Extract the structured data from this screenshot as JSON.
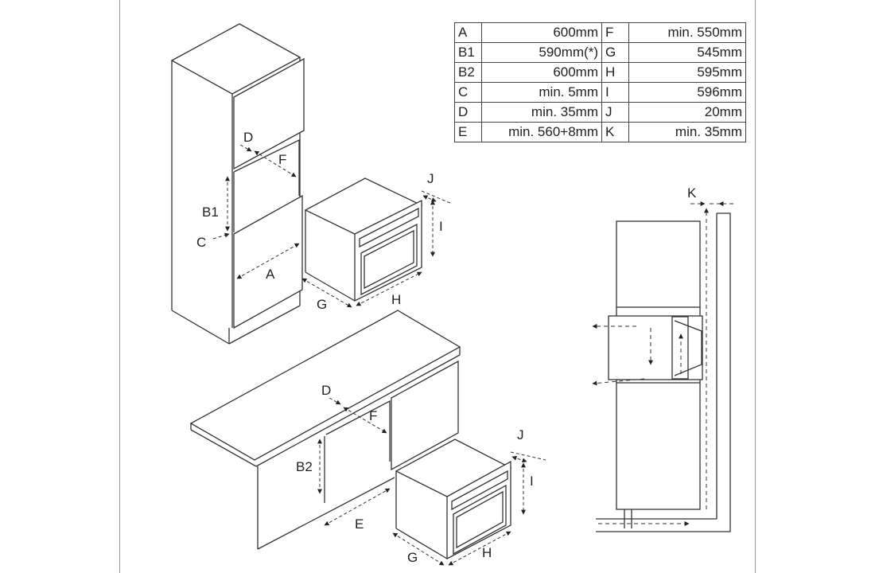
{
  "table": {
    "rows": [
      {
        "k1": "A",
        "v1": "600mm",
        "k2": "F",
        "v2": "min. 550mm"
      },
      {
        "k1": "B1",
        "v1": "590mm(*)",
        "k2": "G",
        "v2": "545mm"
      },
      {
        "k1": "B2",
        "v1": "600mm",
        "k2": "H",
        "v2": "595mm"
      },
      {
        "k1": "C",
        "v1": "min. 5mm",
        "k2": "I",
        "v2": "596mm"
      },
      {
        "k1": "D",
        "v1": "min. 35mm",
        "k2": "J",
        "v2": "20mm"
      },
      {
        "k1": "E",
        "v1": "min. 560+8mm",
        "k2": "K",
        "v2": "min. 35mm"
      }
    ]
  },
  "labels": {
    "tall_unit": {
      "D": "D",
      "F": "F",
      "B1": "B1",
      "C": "C",
      "A": "A"
    },
    "oven_top": {
      "J": "J",
      "I": "I",
      "G": "G",
      "H": "H"
    },
    "base_unit": {
      "D": "D",
      "F": "F",
      "B2": "B2",
      "E": "E"
    },
    "oven_bottom": {
      "J": "J",
      "I": "I",
      "G": "G",
      "H": "H"
    },
    "side_view": {
      "K": "K"
    }
  }
}
